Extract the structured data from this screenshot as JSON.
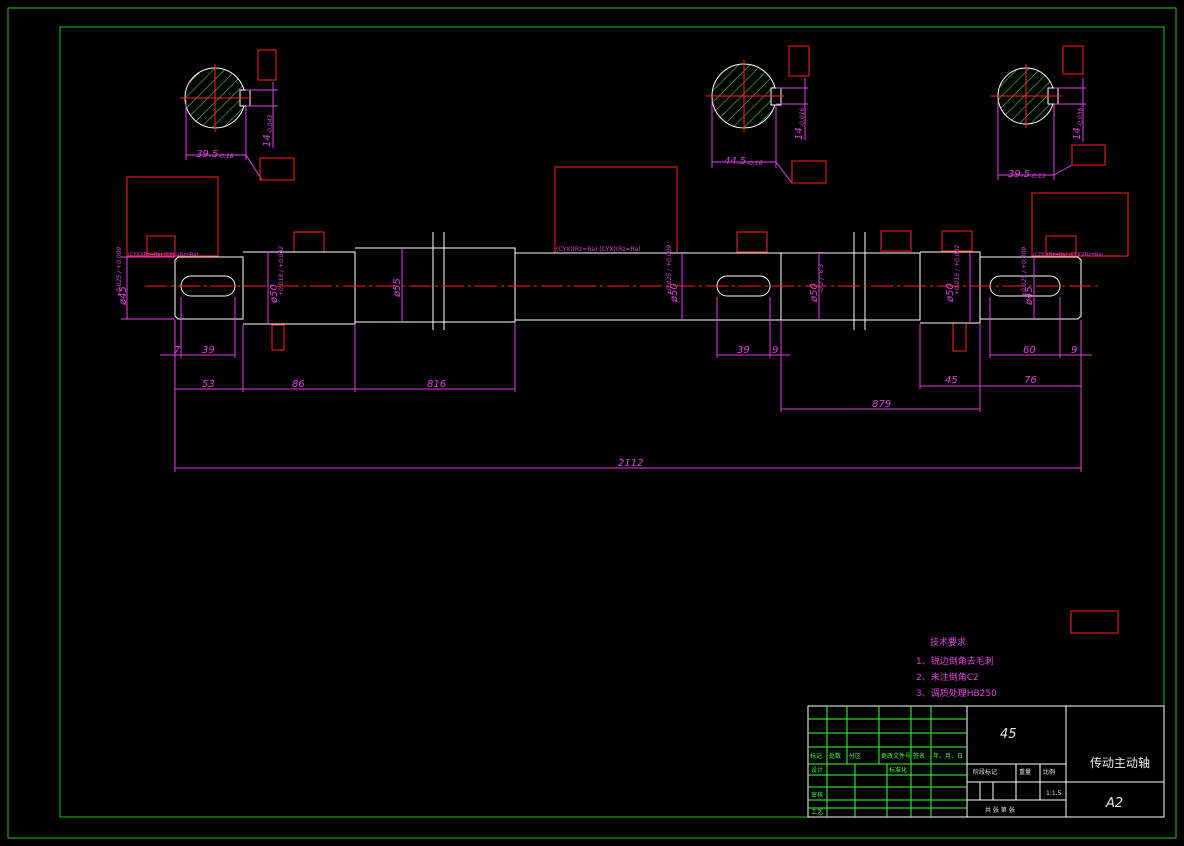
{
  "drawing": {
    "type": "cad-shaft-drawing",
    "colors": {
      "background": "#000000",
      "frame": "#20c020",
      "outline": "#ffffff",
      "dimension": "#e040e0",
      "centerline": "#ff2020",
      "annotation_box": "#ff2020",
      "hatch": "#3cff3c",
      "section_circle": "#ffffff"
    }
  },
  "dimensions": {
    "overall": "2112",
    "seg_53": "53",
    "seg_86": "86",
    "seg_816": "816",
    "seg_879": "879",
    "seg_45": "45",
    "seg_76": "76",
    "key_left_7": "7",
    "key_left_39": "39",
    "key_mid_39": "39",
    "key_mid_9": "9",
    "key_right_60": "60",
    "key_right_9": "9",
    "dia_left_end": "ø45",
    "dia_left_end_tol": "+0.025 / +0.009",
    "dia_bearing_left": "ø50",
    "dia_bearing_left_tol": "+0.018 / +0.002",
    "dia_collar": "ø55",
    "dia_mid": "ø50",
    "dia_mid_tol": "+0.025 / +0.009",
    "dia_right_body": "ø50",
    "dia_right_body_tol": "-0.2 / -0.3",
    "dia_bearing_right": "ø50",
    "dia_bearing_right_tol": "+0.018 / +0.002",
    "dia_right_end": "ø45",
    "dia_right_end_tol": "+0.025 / +0.009",
    "sec1_width": "39.5",
    "sec1_width_tol": "-0.18",
    "sec1_key": "14",
    "sec1_key_tol": "-0.043",
    "sec2_width": "44.5",
    "sec2_width_tol": "-0.16",
    "sec2_key": "14",
    "sec2_key_tol": "-0.016",
    "sec3_width": "39.5",
    "sec3_width_tol": "-0.13",
    "sec3_key": "14",
    "sec3_key_tol": "-0.036",
    "tol_zero": "0"
  },
  "surface_notes": {
    "left": "(CYX)(Rz=Ra) (CYX)(Rz=Ra)",
    "middle": "(CYX)(Rz=Ra) (CYX)(Rz=Ra)",
    "right": "(CYX)(Rz=Ra) (CYX)(Rz=Ra)"
  },
  "tech_requirements": {
    "heading": "技术要求",
    "items": [
      "1、锐边倒角去毛刺",
      "2、未注倒角C2",
      "3、调质处理HB250"
    ]
  },
  "title_block": {
    "material": "45",
    "part_name": "传动主动轴",
    "sheet_size": "A2",
    "scale_value": "1:1.5",
    "labels": {
      "mark": "标记",
      "count": "处数",
      "zone": "分区",
      "change_doc": "更改文件号",
      "signature": "签名",
      "date": "年、月、日",
      "design": "设计",
      "standardize": "标准化",
      "review": "审核",
      "process": "工艺",
      "stage_mark": "阶段标记",
      "weight": "重量",
      "scale": "比例",
      "sheets": "共  张  第  张"
    }
  }
}
